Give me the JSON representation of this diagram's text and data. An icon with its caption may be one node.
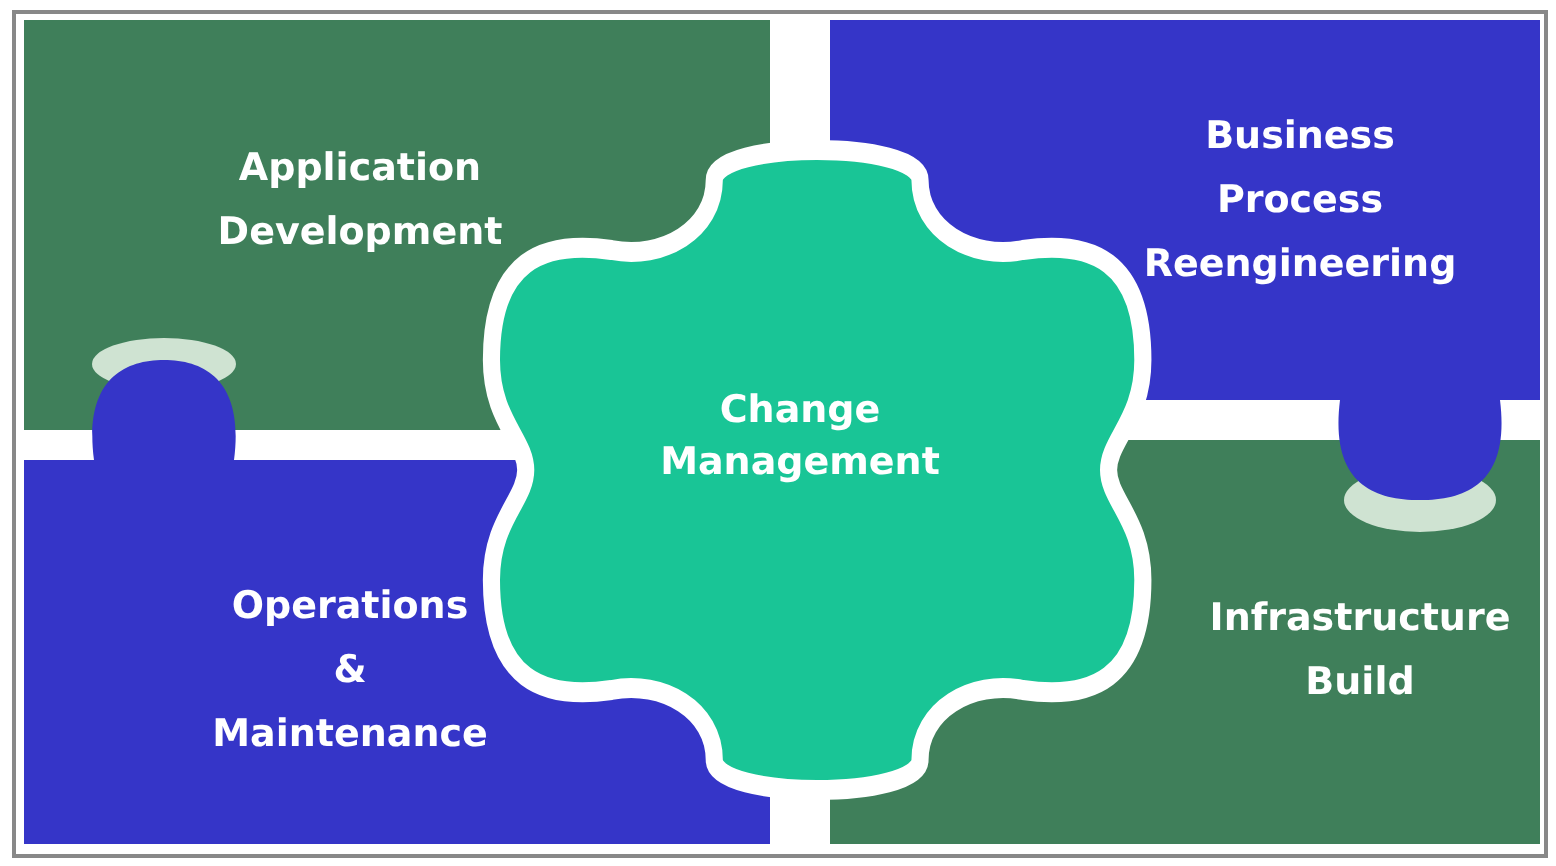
{
  "diagram": {
    "nodes": [
      {
        "text": [
          "Application Development"
        ]
      },
      {
        "text": [
          "Business Process Reengineering"
        ]
      },
      {
        "text": [
          "Change Management"
        ]
      },
      {
        "text": [
          "Operations & Maintenance"
        ]
      },
      {
        "text": [
          "Infrastructure Build"
        ]
      }
    ]
  }
}
